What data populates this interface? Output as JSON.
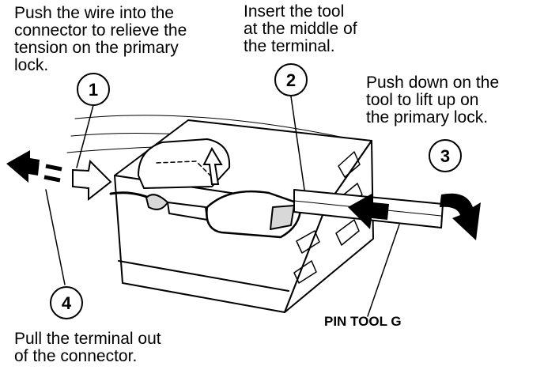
{
  "instructions": [
    {
      "id": "step1",
      "text": "Push the wire into the\nconnector to relieve the\ntension on the primary\nlock."
    },
    {
      "id": "step2",
      "text": "Insert the tool\nat the middle of\nthe terminal."
    },
    {
      "id": "step3",
      "text": "Push down on the\ntool to lift up on\nthe primary lock."
    },
    {
      "id": "step4",
      "text": "Pull the terminal out\nof the connector."
    }
  ],
  "step_numbers": [
    "1",
    "2",
    "3",
    "4"
  ],
  "tool_label": "PIN TOOL G",
  "colors": {
    "ink": "#000000",
    "paper": "#ffffff",
    "shade": "#d8d8d8"
  }
}
